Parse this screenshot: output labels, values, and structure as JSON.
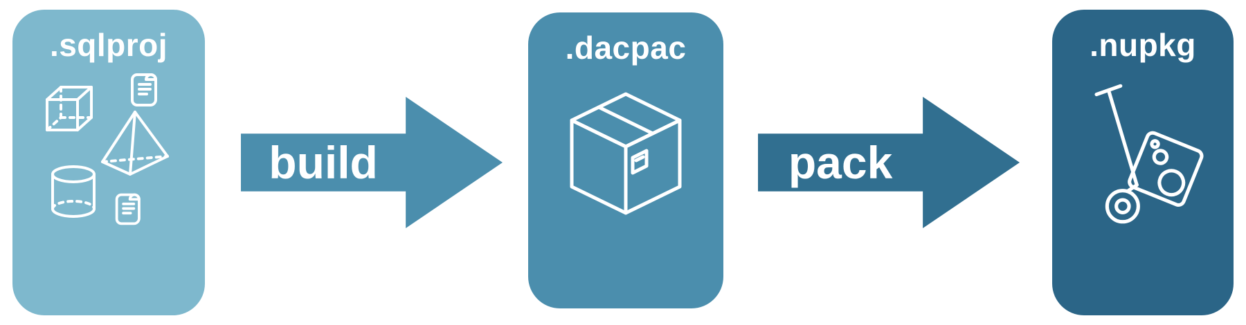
{
  "diagram": {
    "background_color": "#ffffff",
    "label_color": "#ffffff",
    "nodes": [
      {
        "id": "sqlproj",
        "label": ".sqlproj",
        "color": "#7EB8CD",
        "icon": "sql-objects"
      },
      {
        "id": "dacpac",
        "label": ".dacpac",
        "color": "#4B8EAD",
        "icon": "package-box"
      },
      {
        "id": "nupkg",
        "label": ".nupkg",
        "color": "#2B6587",
        "icon": "hand-truck-with-nuget-package"
      }
    ],
    "arrows": [
      {
        "from": "sqlproj",
        "to": "dacpac",
        "label": "build",
        "color": "#4B8EAD"
      },
      {
        "from": "dacpac",
        "to": "nupkg",
        "label": "pack",
        "color": "#316F90"
      }
    ]
  }
}
